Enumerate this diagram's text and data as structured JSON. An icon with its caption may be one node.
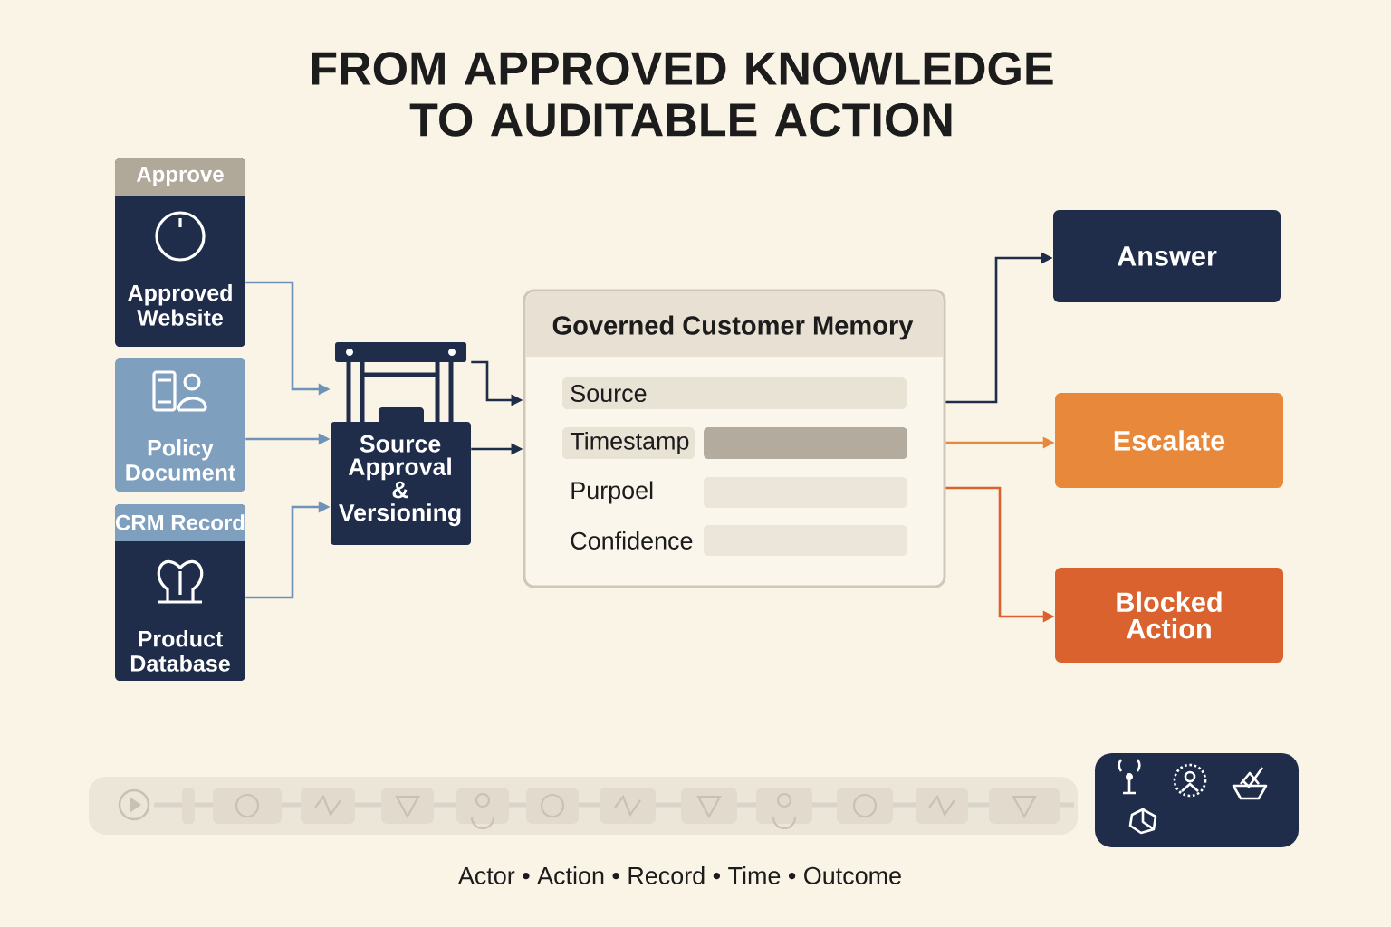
{
  "diagram": {
    "title": "FROM APPROVED KNOWLEDGE TO AUDITABLE ACTION",
    "nodes": [
      {
        "text": [
          "Approve",
          "Approved Website"
        ]
      },
      {
        "text": [
          "Policy Document"
        ]
      },
      {
        "text": [
          "CRM Record",
          "Product Database"
        ]
      },
      {
        "text": [
          "Source Approval & Versioning"
        ]
      },
      {
        "text": [
          "Governed Customer Memory"
        ]
      },
      {
        "text": [
          "Source"
        ],
        "in": 4
      },
      {
        "text": [
          "Timestamp"
        ],
        "in": 4
      },
      {
        "text": [
          "Purpoel"
        ],
        "in": 4
      },
      {
        "text": [
          "Confidence"
        ],
        "in": 4
      },
      {
        "text": [
          "Answer"
        ]
      },
      {
        "text": [
          "Escalate"
        ]
      },
      {
        "text": [
          "Blocked Action"
        ]
      }
    ],
    "edges": [
      {
        "from": 0,
        "to": 3,
        "arrow": "to",
        "color": "#6f93b8"
      },
      {
        "from": 1,
        "to": 3,
        "arrow": "to",
        "color": "#6f93b8"
      },
      {
        "from": 2,
        "to": 3,
        "arrow": "to",
        "color": "#6f93b8"
      },
      {
        "from": 3,
        "to": 4,
        "arrow": "to",
        "color": "#1f2d4a"
      },
      {
        "from": 3,
        "to": 4,
        "arrow": "to",
        "color": "#1f2d4a"
      },
      {
        "from": 4,
        "to": 9,
        "arrow": "to",
        "color": "#1f2d4a"
      },
      {
        "from": 4,
        "to": 10,
        "arrow": "to",
        "color": "#e8883a"
      },
      {
        "from": 4,
        "to": 11,
        "arrow": "to",
        "color": "#d9622f"
      }
    ],
    "labels": [
      "Actor • Action • Record • Time • Outcome"
    ]
  }
}
